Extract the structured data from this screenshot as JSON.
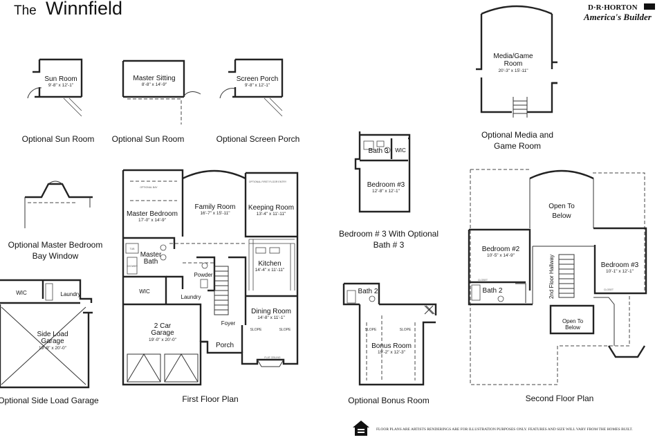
{
  "title": {
    "prefix": "The",
    "name": "Winnfield"
  },
  "logo": {
    "line1": "D·R·HORTON",
    "line2": "America's Builder"
  },
  "disclaimer": "FLOOR PLANS ARE ARTISTS RENDERINGS ARE FOR ILLUSTRATION PURPOSES ONLY. FEATURES AND SIZE WILL VARY FROM THE HOMES BUILT.",
  "captions": {
    "sun1": "Optional Sun Room",
    "sun2": "Optional Sun Room",
    "screen": "Optional Screen Porch",
    "media_1": "Optional Media and",
    "media_2": "Game Room",
    "bay_1": "Optional Master Bedroom",
    "bay_2": "Bay Window",
    "bed3_1": "Bedroom # 3 With Optional",
    "bed3_2": "Bath # 3",
    "side_load": "Optional Side Load Garage",
    "first_floor": "First Floor Plan",
    "bonus": "Optional Bonus Room",
    "second_floor": "Second Floor Plan"
  },
  "rooms": {
    "sun_room": {
      "name": "Sun Room",
      "dims": "9'-8\" x 12'-1\""
    },
    "master_sitting": {
      "name": "Master Sitting",
      "dims": "8'-8\" x 14'-9\""
    },
    "screen_porch": {
      "name": "Screen Porch",
      "dims": "9'-8\" x 12'-1\""
    },
    "media_game": {
      "name_1": "Media/Game",
      "name_2": "Room",
      "dims": "20'-3\" x 15'-11\""
    },
    "bath3": {
      "name": "Bath 3"
    },
    "wic_b3": {
      "name": "WIC"
    },
    "bedroom3_opt": {
      "name": "Bedroom #3",
      "dims": "12'-8\" x 12'-1\""
    },
    "wic_side": {
      "name": "WIC"
    },
    "laundry_side": {
      "name": "Laundry"
    },
    "side_garage": {
      "name_1": "Side Load",
      "name_2": "Garage",
      "dims": "19'-9\" x 20'-0\""
    },
    "master_bedroom": {
      "name": "Master Bedroom",
      "dims": "17'-0\" x 14'-9\""
    },
    "family_room": {
      "name": "Family Room",
      "dims": "16'-7\" x 15'-11\""
    },
    "keeping_room": {
      "name": "Keeping Room",
      "dims": "13'-4\" x 11'-11\""
    },
    "master_bath": {
      "name_1": "Master",
      "name_2": "Bath"
    },
    "powder": {
      "name": "Powder"
    },
    "kitchen": {
      "name": "Kitchen",
      "dims": "14'-4\" x 11'-11\""
    },
    "wic_ff": {
      "name": "WIC"
    },
    "laundry_ff": {
      "name": "Laundry"
    },
    "garage_ff": {
      "name_1": "2 Car",
      "name_2": "Garage",
      "dims": "19'-0\" x 20'-0\""
    },
    "foyer": {
      "name": "Foyer"
    },
    "dining_room": {
      "name": "Dining Room",
      "dims": "14'-8\" x 11'-1\""
    },
    "porch": {
      "name": "Porch"
    },
    "bath2_bonus": {
      "name": "Bath 2"
    },
    "bonus_room": {
      "name": "Bonus Room",
      "dims": "19'-2\" x 12'-3\""
    },
    "open_to_below_top": {
      "name_1": "Open To",
      "name_2": "Below"
    },
    "bedroom2": {
      "name": "Bedroom #2",
      "dims": "10'-5\" x 14'-9\""
    },
    "hallway": {
      "name": "2nd Floor Hallway"
    },
    "bedroom3": {
      "name": "Bedroom #3",
      "dims": "10'-1\" x 12'-1\""
    },
    "bath2_sf": {
      "name": "Bath 2"
    },
    "open_to_below_bottom": {
      "name_1": "Open To",
      "name_2": "Below"
    }
  },
  "small_labels": {
    "closet": "CLOSET",
    "slope": "SLOPE",
    "flat_ceiling": "FLAT CEILING",
    "optional_first_floor_entry": "OPTIONAL FIRST FLOOR ENTRY",
    "optional_bay": "OPTIONAL BAY",
    "shower": "SHOWER",
    "tub": "TUB"
  }
}
